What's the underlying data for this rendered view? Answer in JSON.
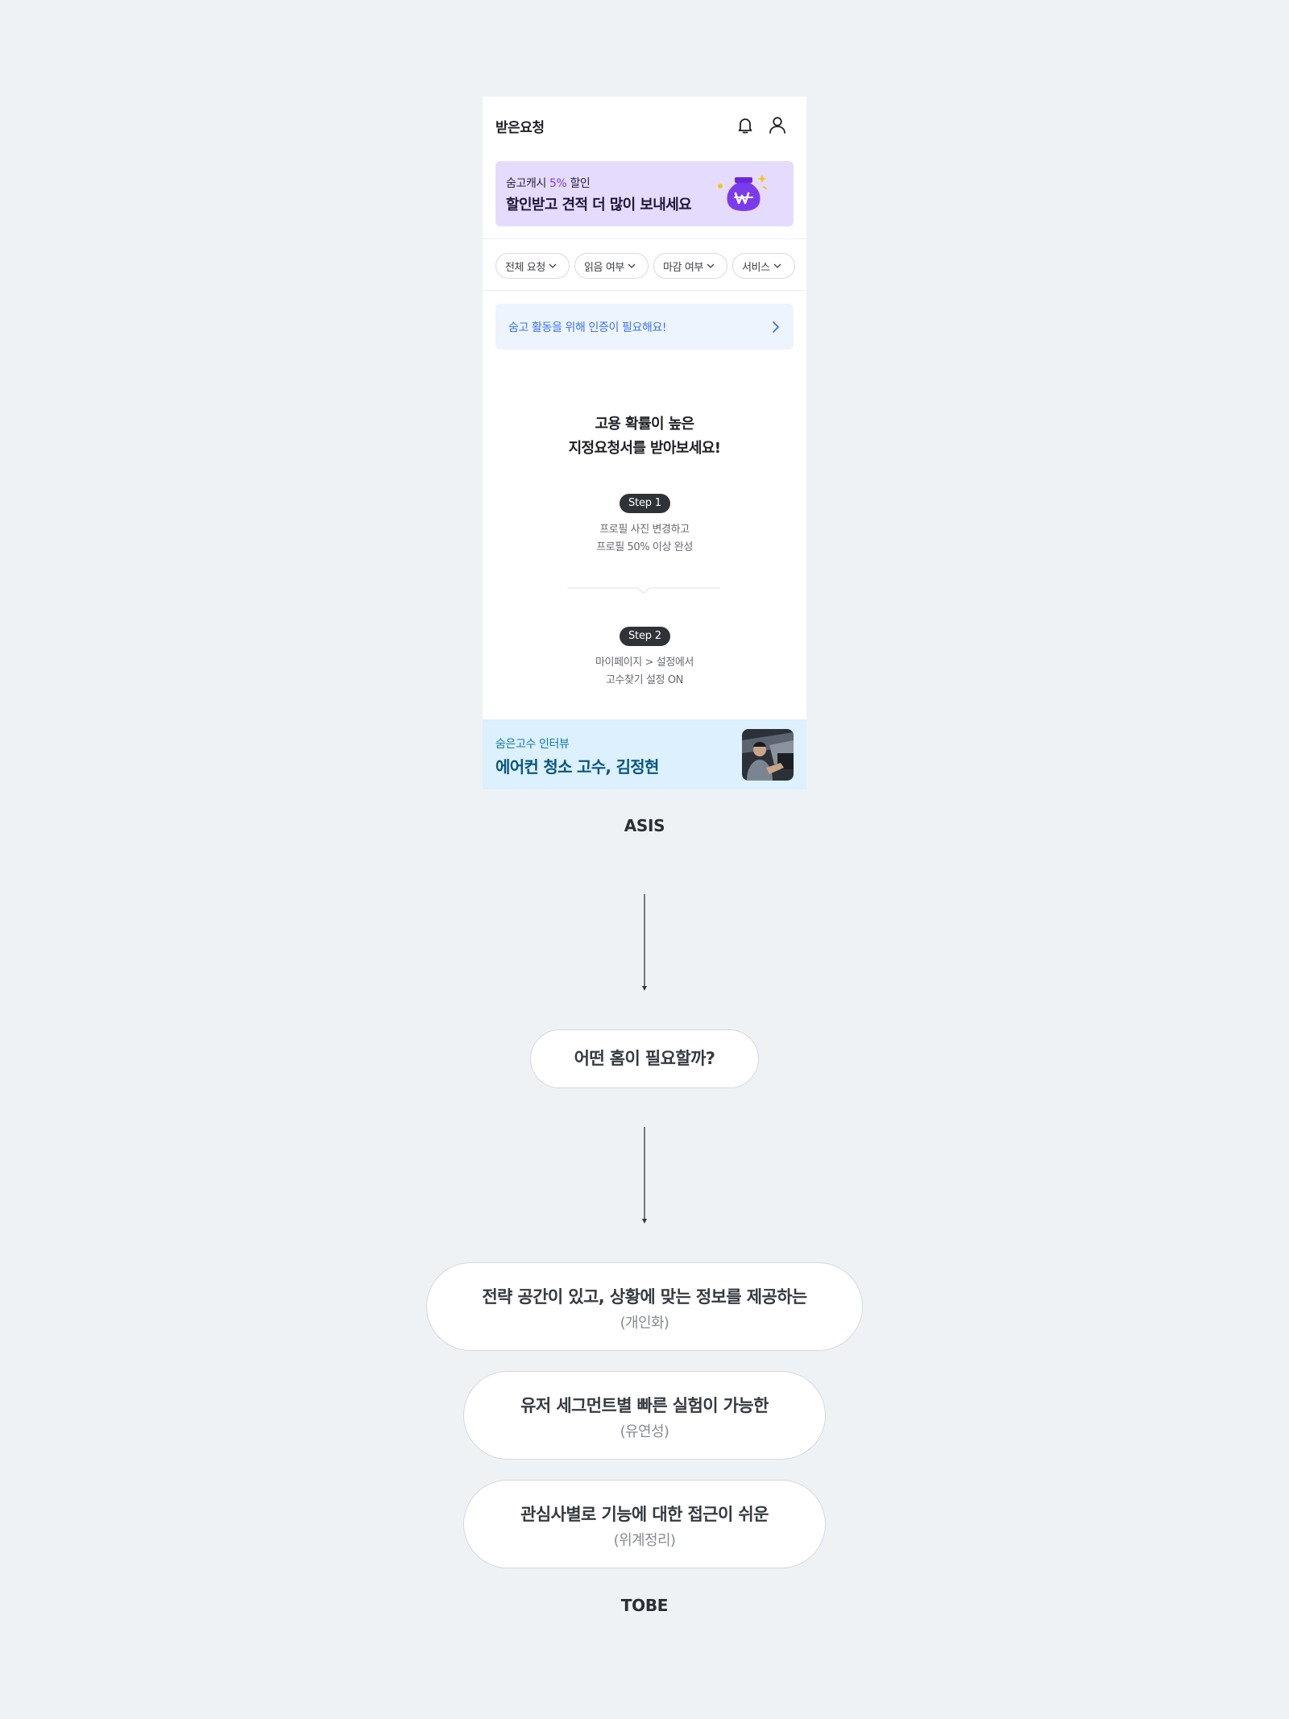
{
  "phone": {
    "header": {
      "title": "받은요청"
    },
    "promo": {
      "sub_prefix": "숨고캐시 ",
      "sub_highlight": "5%",
      "sub_suffix": " 할인",
      "title": "할인받고 견적 더 많이 보내세요",
      "highlight_color": "#7c3aed"
    },
    "filters": [
      "전체 요청",
      "읽음 여부",
      "마감 여부",
      "서비스"
    ],
    "notice": {
      "text": "숨고 활동을 위해 인증이 필요해요!"
    },
    "hero": {
      "line1": "고용 확률이 높은",
      "line2": "지정요청서를 받아보세요!"
    },
    "steps": [
      {
        "label": "Step 1",
        "line1": "프로필 사진 변경하고",
        "line2": "프로필 50% 이상 완성"
      },
      {
        "label": "Step 2",
        "line1": "마이페이지 > 설정에서",
        "line2": "고수찾기 설정 ON"
      }
    ],
    "interview": {
      "sub": "숨은고수 인터뷰",
      "title": "에어컨 청소 고수, 김정현"
    }
  },
  "diagram": {
    "asis_caption": "ASIS",
    "question": "어떤 홈이 필요할까?",
    "goals": [
      {
        "main": "전략 공간이 있고, 상황에 맞는 정보를 제공하는",
        "sub": "(개인화)"
      },
      {
        "main": "유저 세그먼트별 빠른 실험이 가능한",
        "sub": "(유연성)"
      },
      {
        "main": "관심사별로 기능에 대한 접근이 쉬운",
        "sub": "(위계정리)"
      }
    ],
    "tobe_caption": "TOBE"
  }
}
